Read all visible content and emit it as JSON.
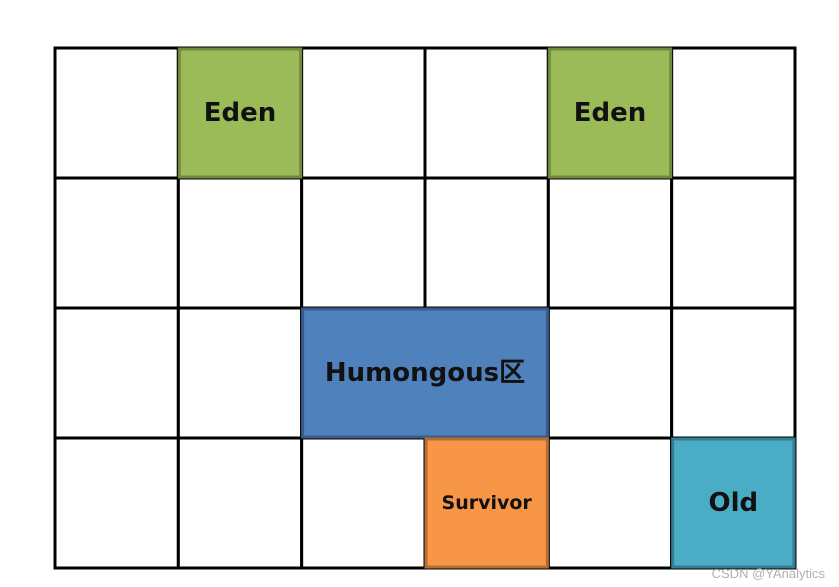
{
  "grid": {
    "columns": 6,
    "rows": 4
  },
  "regions": [
    {
      "id": "eden-1",
      "label": "Eden",
      "col": 1,
      "row": 0,
      "colspan": 1,
      "rowspan": 1,
      "fill": "#9BBB59",
      "stroke": "#71893F"
    },
    {
      "id": "eden-2",
      "label": "Eden",
      "col": 4,
      "row": 0,
      "colspan": 1,
      "rowspan": 1,
      "fill": "#9BBB59",
      "stroke": "#71893F"
    },
    {
      "id": "humongous",
      "label": "Humongous区",
      "col": 2,
      "row": 2,
      "colspan": 2,
      "rowspan": 1,
      "fill": "#4F81BD",
      "stroke": "#385D8A"
    },
    {
      "id": "survivor",
      "label": "Survivor",
      "col": 3,
      "row": 3,
      "colspan": 1,
      "rowspan": 1,
      "fill": "#F79646",
      "stroke": "#B66D31"
    },
    {
      "id": "old",
      "label": "Old",
      "col": 5,
      "row": 3,
      "colspan": 1,
      "rowspan": 1,
      "fill": "#4BACC6",
      "stroke": "#357D91"
    }
  ],
  "watermark": "CSDN @YAnalytics"
}
